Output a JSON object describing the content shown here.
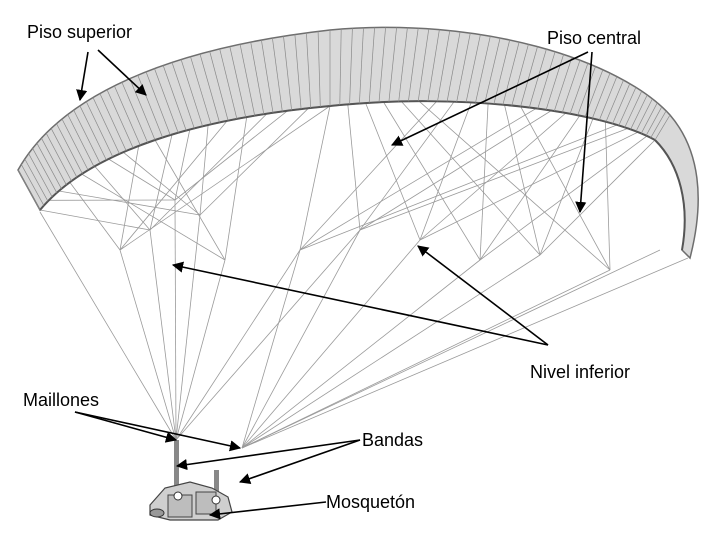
{
  "labels": {
    "piso_superior": "Piso superior",
    "piso_central": "Piso central",
    "nivel_inferior": "Nivel inferior",
    "maillones": "Maillones",
    "bandas": "Bandas",
    "mosqueton": "Mosquetón"
  },
  "colors": {
    "text": "#000000",
    "arrow": "#000000",
    "lines": "#9a9a9a",
    "canopy_fill": "#d9d9d9",
    "canopy_edge": "#6e6e6e"
  },
  "icons": {
    "harness": "harness-icon",
    "canopy": "paraglider-wing-icon"
  }
}
